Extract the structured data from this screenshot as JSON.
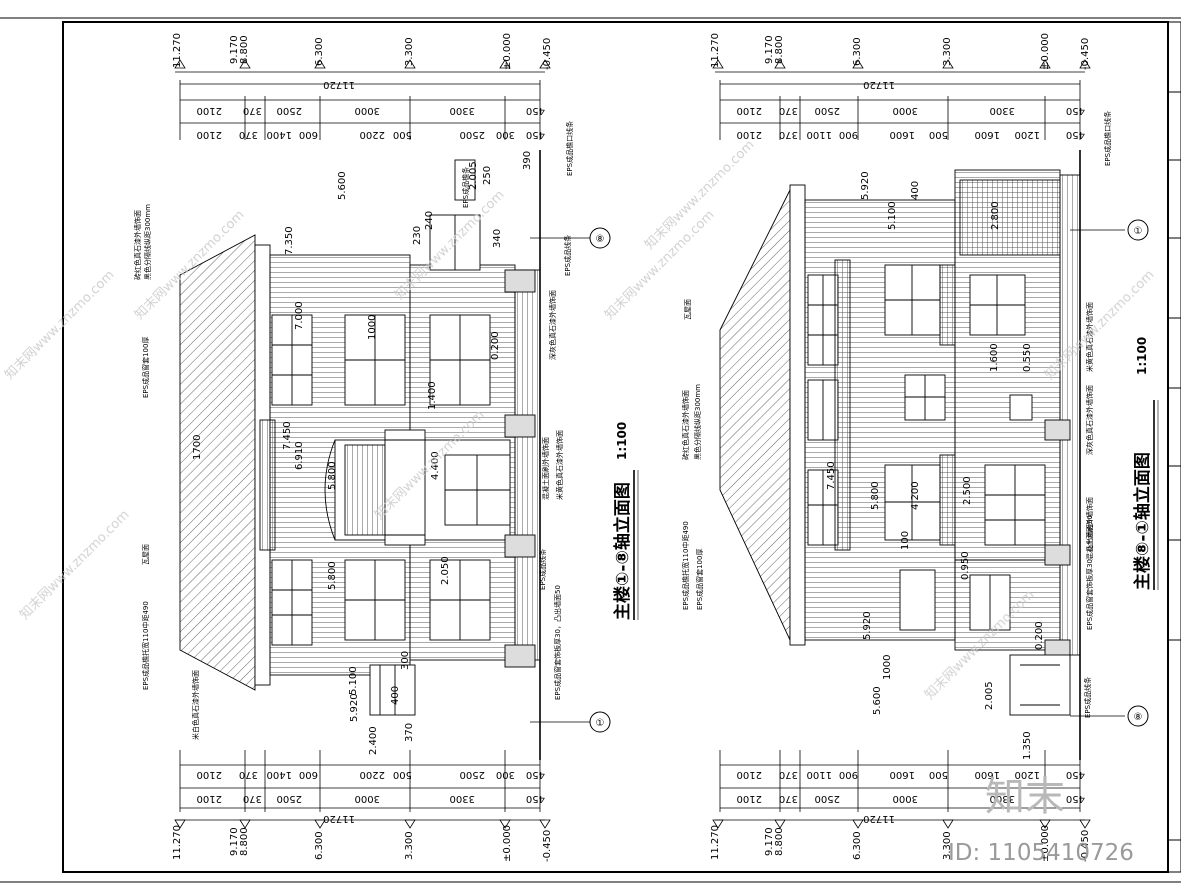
{
  "drawing": {
    "left": {
      "title": "主楼①-⑧轴立面图",
      "scale": "1:100",
      "levels": [
        "11.270",
        "9.170",
        "8.800",
        "6.300",
        "3.300",
        "±0.000",
        "-0.450"
      ],
      "overall_height": "11720",
      "storey_dims": [
        "2100",
        "370",
        "2500",
        "3000",
        "3300",
        "450"
      ],
      "detail_dims": [
        "2100",
        "370",
        "1400",
        "600",
        "2200",
        "500",
        "2500",
        "300",
        "450"
      ],
      "axis_top": "⑧",
      "axis_bottom": "①",
      "notes": [
        "EPS成品檐口线条",
        "EPS成品线条",
        "EPS成品线条",
        "EPS成品檐条",
        "EPS成品窗套100厚",
        "EPS成品檐托宽110中距490",
        "EPS成品窗套饰板厚30，凸出墙面50",
        "砖红色真石漆外墙饰面",
        "黑色分隔线纵距300mm",
        "瓦屋面",
        "深灰色真石漆外墙饰面",
        "米黄色真石漆外墙饰面",
        "米白色真石漆外墙饰面",
        "混凝土面刷外墙饰面"
      ],
      "spot_dims": [
        "7.350",
        "7.450",
        "6.910",
        "5.800",
        "5.600",
        "5.920",
        "5.100",
        "2.400",
        "2.050",
        "2.005",
        "1.400",
        "0.200",
        "1000",
        "390",
        "250",
        "240",
        "230",
        "340",
        "300",
        "400",
        "370",
        "1700",
        "5.800",
        "7.000",
        "4.400"
      ]
    },
    "right": {
      "title": "主楼⑧-①轴立面图",
      "scale": "1:100",
      "levels": [
        "11.270",
        "9.170",
        "8.800",
        "6.300",
        "3.300",
        "±0.000",
        "-0.450"
      ],
      "overall_height": "11720",
      "storey_dims": [
        "2100",
        "370",
        "2500",
        "3000",
        "3300",
        "450"
      ],
      "detail_dims": [
        "2100",
        "370",
        "1100",
        "900",
        "1600",
        "500",
        "1600",
        "1200",
        "450"
      ],
      "axis_top": "①",
      "axis_bottom": "⑧",
      "notes": [
        "EPS成品檐口线条",
        "EPS成品线条",
        "EPS成品檐托宽110中距490",
        "EPS成品窗套100厚",
        "EPS成品窗套饰板厚30，凸出墙面50",
        "瓦屋面",
        "砖红色真石漆外墙饰面",
        "黑色分隔线纵距300mm",
        "米黄色真石漆外墙饰面",
        "深灰色真石漆外墙饰面",
        "混凝土面刷外墙饰面"
      ],
      "spot_dims": [
        "5.920",
        "5.100",
        "5.800",
        "4.200",
        "7.450",
        "2.800",
        "2.500",
        "1.600",
        "0.550",
        "0.950",
        "0.200",
        "2.005",
        "1.350",
        "5.600",
        "5.920",
        "1000",
        "100",
        "400"
      ]
    }
  },
  "watermarks": [
    "知末网www.znzmo.com"
  ],
  "logo_text": "知末",
  "id_text": "ID: 1105410726",
  "colors": {
    "line": "#000000",
    "watermark": "#c8c8c8",
    "id": "#9a9a9a",
    "background": "#ffffff"
  }
}
